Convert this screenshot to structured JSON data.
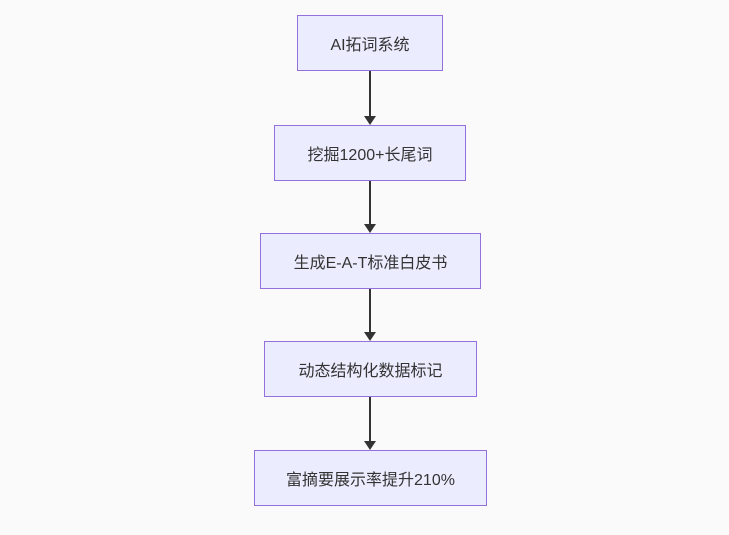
{
  "diagram": {
    "type": "flowchart-top-down",
    "nodes": [
      {
        "label": "AI拓词系统"
      },
      {
        "label": "挖掘1200+长尾词"
      },
      {
        "label": "生成E-A-T标准白皮书"
      },
      {
        "label": "动态结构化数据标记"
      },
      {
        "label": "富摘要展示率提升210%"
      }
    ],
    "edges": [
      {
        "from": 0,
        "to": 1,
        "style": "arrow-down"
      },
      {
        "from": 1,
        "to": 2,
        "style": "arrow-down"
      },
      {
        "from": 2,
        "to": 3,
        "style": "arrow-down"
      },
      {
        "from": 3,
        "to": 4,
        "style": "arrow-down"
      }
    ],
    "colors": {
      "background": "#fafafa",
      "node_fill": "#ececff",
      "node_border": "#9370db",
      "edge": "#333333",
      "text": "#333333"
    }
  }
}
